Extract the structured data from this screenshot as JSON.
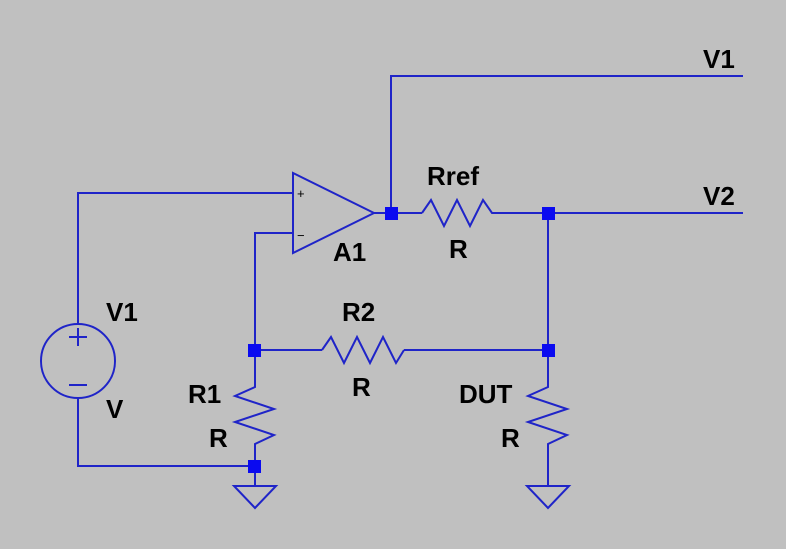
{
  "schematic": {
    "labels": {
      "net_v1": "V1",
      "net_v2": "V2",
      "rref_name": "Rref",
      "rref_value": "R",
      "opamp_name": "A1",
      "src_name": "V1",
      "src_value": "V",
      "r1_name": "R1",
      "r1_value": "R",
      "r2_name": "R2",
      "r2_value": "R",
      "dut_name": "DUT",
      "dut_value": "R"
    },
    "pins": {
      "plus": "+",
      "minus": "−"
    }
  }
}
